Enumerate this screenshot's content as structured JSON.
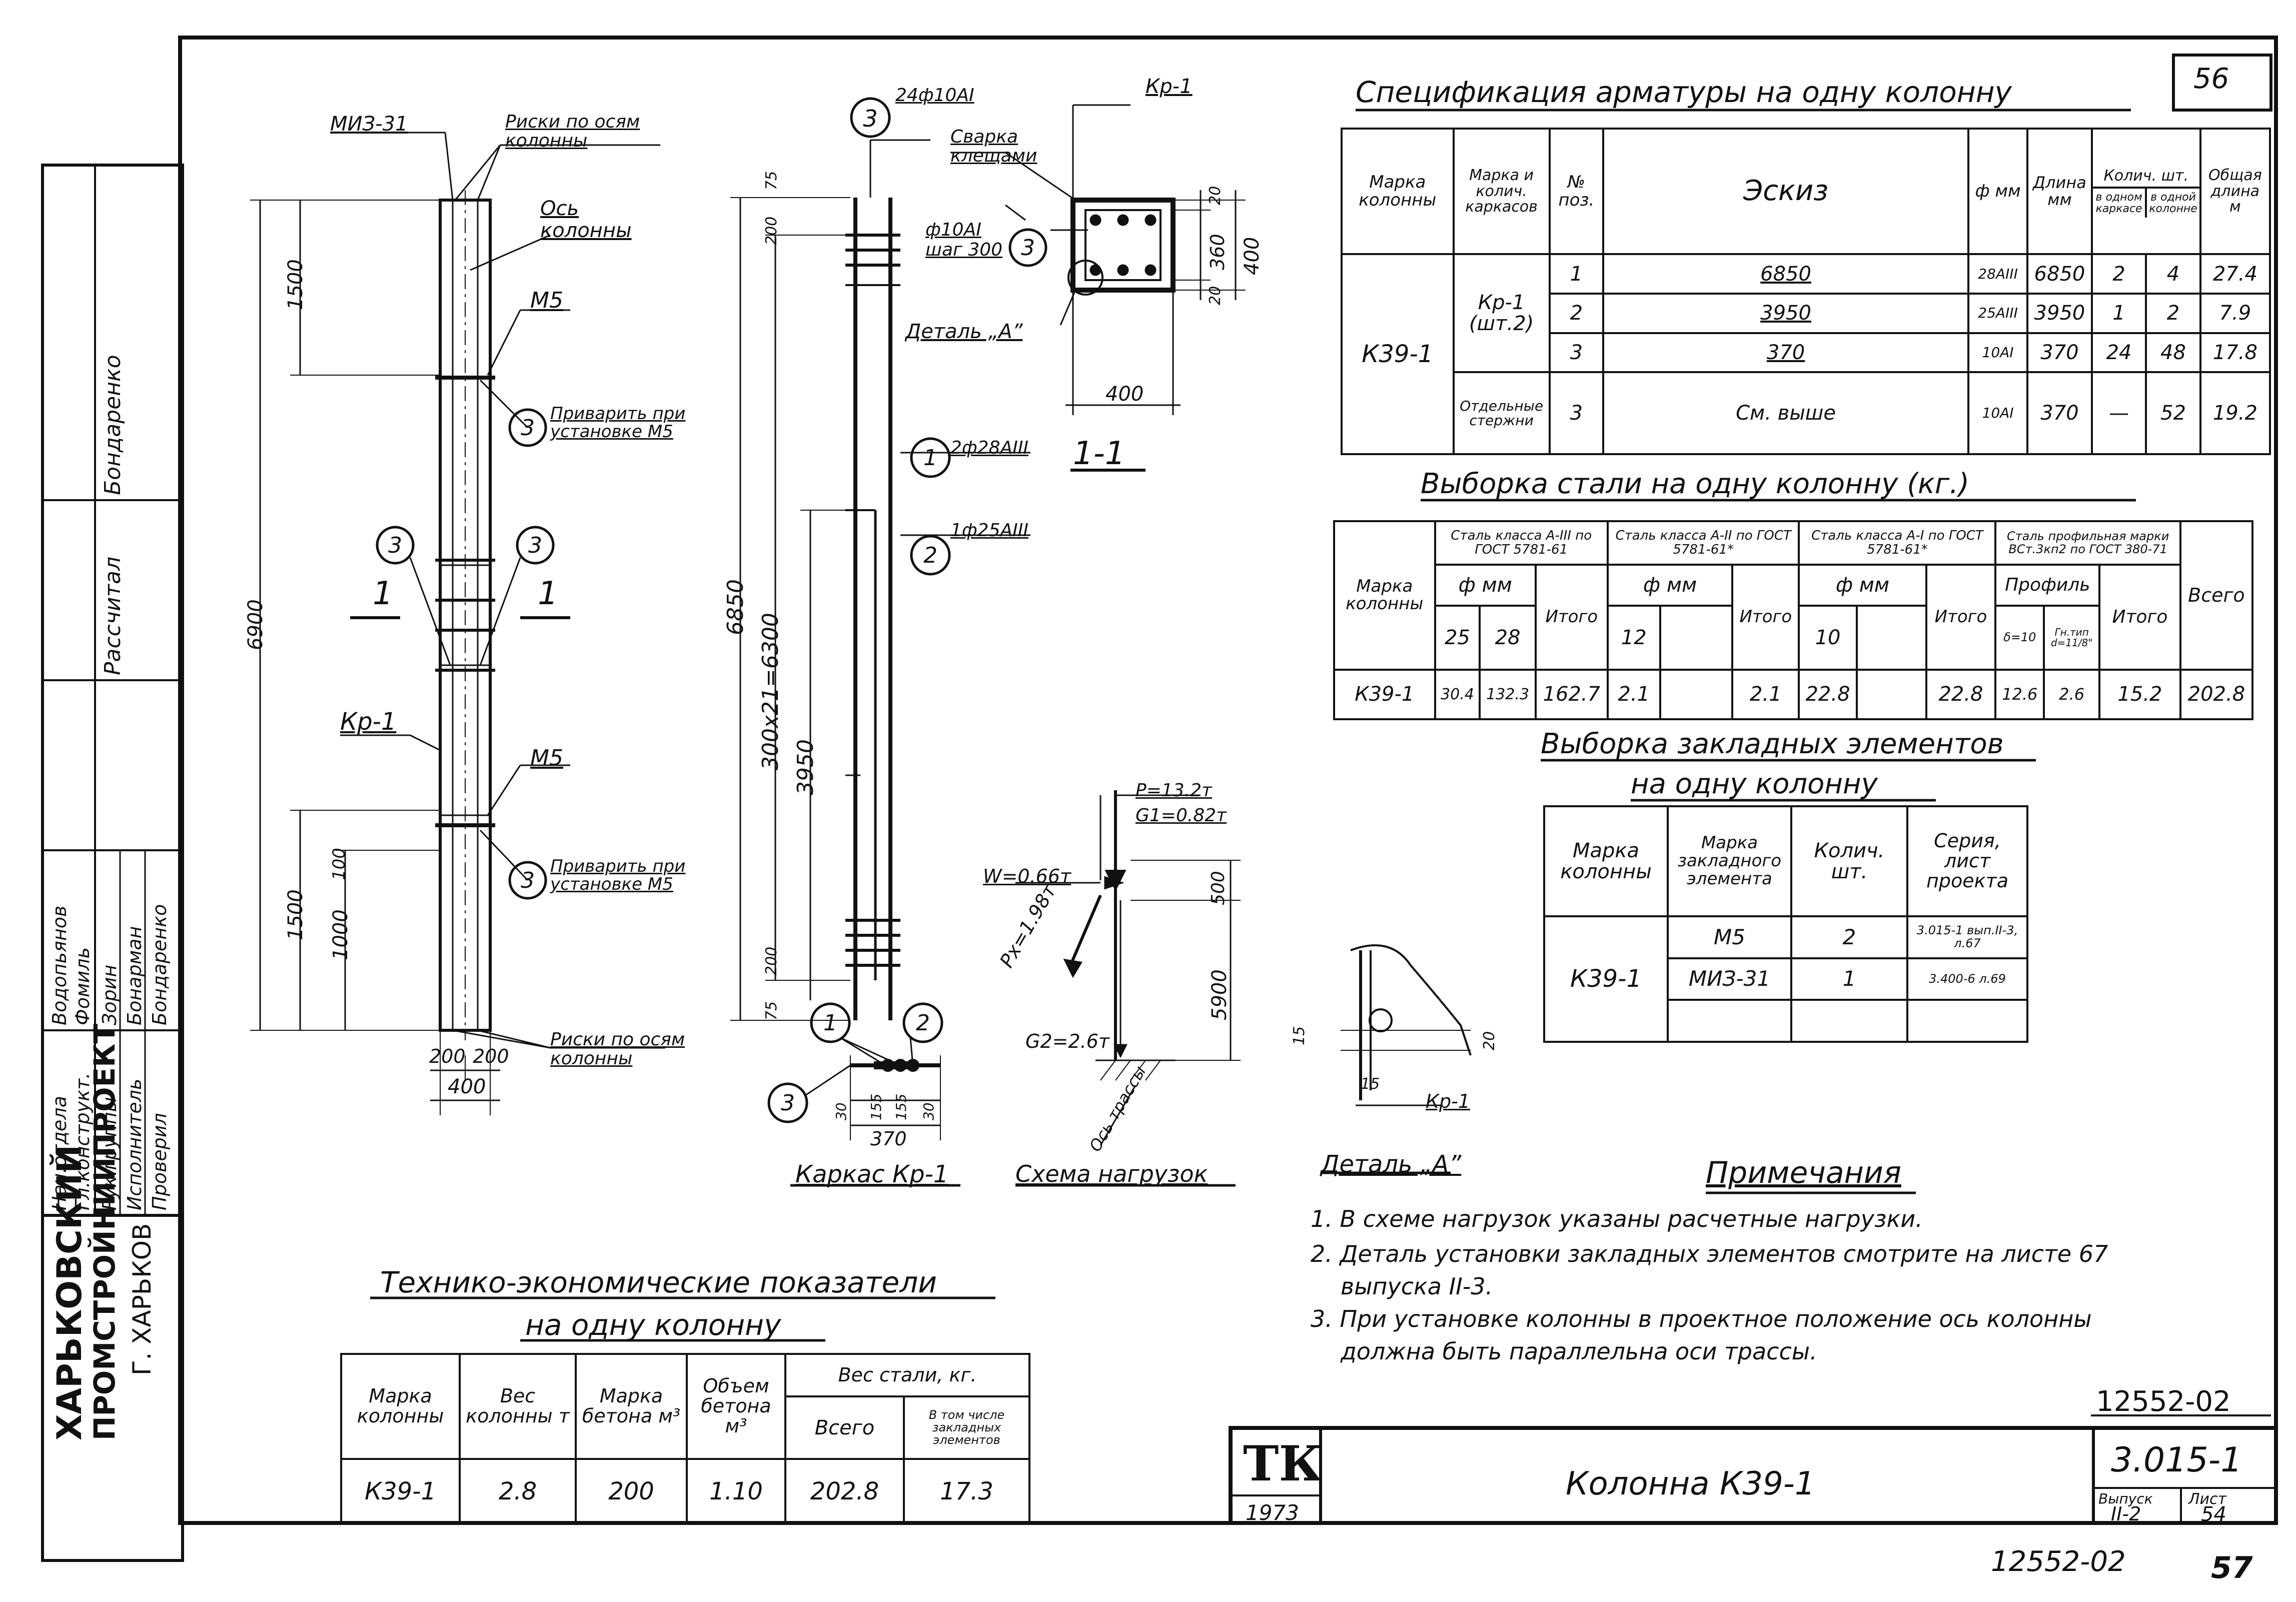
{
  "sheet": {
    "page_corner": "56",
    "footer_number": "12552-02",
    "footer_page": "57",
    "stamp_code": "12552-02"
  },
  "title_block": {
    "tk": "ТК",
    "year": "1973",
    "title": "Колонна К39-1",
    "series": "3.015-1",
    "issue_label": "Выпуск",
    "issue": "II-2",
    "sheet_label": "Лист",
    "sheet_number": "54"
  },
  "org": {
    "line1": "ХАРЬКОВСКИЙ",
    "line2": "ПРОМСТРОЙНИИПРОЕКТ",
    "line3": "Г. ХАРЬКОВ"
  },
  "signatures": {
    "header_roles": [
      "Бондаренко",
      "Рассчитал"
    ],
    "roles": [
      "Нач.отдела",
      "Гл.конструкт.",
      "Рук.группы",
      "Исполнитель",
      "Проверил"
    ],
    "names": [
      "Водопьянов",
      "Фомиль",
      "Зорин",
      "Бонарман",
      "Бондаренко"
    ]
  },
  "elevation": {
    "labels": {
      "miz": "МИЗ-31",
      "marks_axes": "Риски по осям колонны",
      "axis": "Ось колонны",
      "m5_top": "М5",
      "m5_bottom": "М5",
      "weld_top": "Приварить при установке М5",
      "weld_bottom": "Приварить при установке М5",
      "kr": "Кр-1",
      "section_mark": "1",
      "marks_bottom": "Риски по осям колонны"
    },
    "dims": {
      "top": "1500",
      "total": "6900",
      "bottom": "1500",
      "bottom_inner": "1000",
      "small": "100",
      "w1": "200",
      "w2": "200",
      "width": "400"
    },
    "callouts": [
      "3",
      "3",
      "3",
      "3"
    ]
  },
  "cage": {
    "label": "Каркас Кр-1",
    "top_label": "24ф10AI",
    "call1": "2ф28AIII",
    "call2": "1ф25AIII",
    "dims": {
      "total": "6850",
      "spacing": "300x21=6300",
      "inner": "3950",
      "d75a": "75",
      "d200a": "200",
      "d75b": "75",
      "d200b": "200"
    },
    "section_dims": {
      "a": "30",
      "b": "155",
      "c": "155",
      "d": "30",
      "w": "370"
    },
    "callouts": [
      "3",
      "1",
      "2",
      "1",
      "2",
      "3"
    ]
  },
  "section": {
    "title": "1-1",
    "kr": "Кр-1",
    "weld": "Сварка клещами",
    "stirrup": "ф10AI шаг 300",
    "detail": "Деталь „А”",
    "dims": {
      "w": "400",
      "h": "400",
      "inner": "360",
      "c1": "20",
      "c2": "20"
    },
    "callout": "3"
  },
  "loads": {
    "title": "Схема нагрузок",
    "p": "P=13.2т",
    "g1": "G1=0.82т",
    "w": "W=0.66т",
    "px": "Px=1.98т",
    "g2": "G2=2.6т",
    "axis": "Ось трассы",
    "d500": "500",
    "d5900": "5900"
  },
  "detail_a": {
    "title": "Деталь „А”",
    "kr": "Кр-1",
    "d15a": "15",
    "d15b": "15",
    "d20": "20"
  },
  "spec_table": {
    "title": "Спецификация арматуры на одну колонну",
    "headers": [
      "Марка колонны",
      "Марка и колич. каркасов",
      "№ поз.",
      "Эскиз",
      "ф мм",
      "Длина мм",
      "Колич. шт.",
      "Общая длина м"
    ],
    "sub_headers": [
      "в одном каркасе",
      "в одной колонне"
    ],
    "column_mark": "К39-1",
    "group1": "Кр-1 (шт.2)",
    "group2": "Отдельные стержни",
    "rows": [
      {
        "pos": "1",
        "sketch": "6850",
        "d": "28AIII",
        "len": "6850",
        "n1": "2",
        "n2": "4",
        "total": "27.4"
      },
      {
        "pos": "2",
        "sketch": "3950",
        "d": "25AIII",
        "len": "3950",
        "n1": "1",
        "n2": "2",
        "total": "7.9"
      },
      {
        "pos": "3",
        "sketch": "370",
        "d": "10AI",
        "len": "370",
        "n1": "24",
        "n2": "48",
        "total": "17.8"
      },
      {
        "pos": "3",
        "sketch": "См. выше",
        "d": "10AI",
        "len": "370",
        "n1": "—",
        "n2": "52",
        "total": "19.2"
      }
    ]
  },
  "steel_table": {
    "title": "Выборка стали на одну колонну (кг.)",
    "col_mark": "Марка колонны",
    "classes": [
      "Сталь класса А-III по ГОСТ 5781-61",
      "Сталь класса А-II по ГОСТ 5781-61*",
      "Сталь класса А-I по ГОСТ 5781-61*",
      "Сталь профильная марки ВСт.3кп2 по ГОСТ 380-71"
    ],
    "dia_label": "ф мм",
    "profile_label": "Профиль",
    "itogo": "Итого",
    "vsego": "Всего",
    "sub": [
      "25",
      "28",
      "12",
      "10",
      "δ=10",
      "Гн.тип d=11/8\""
    ],
    "row": {
      "mark": "К39-1",
      "a3_25": "30.4",
      "a3_28": "132.3",
      "a3_itogo": "162.7",
      "a2_12": "2.1",
      "a2_itogo": "2.1",
      "a1_10": "22.8",
      "a1_itogo": "22.8",
      "p1": "12.6",
      "p2": "2.6",
      "p_itogo": "15.2",
      "total": "202.8"
    }
  },
  "embed_table": {
    "title": "Выборка закладных элементов",
    "title2": "на одну колонну",
    "headers": [
      "Марка колонны",
      "Марка закладного элемента",
      "Колич. шт.",
      "Серия, лист проекта"
    ],
    "mark": "К39-1",
    "rows": [
      {
        "el": "М5",
        "n": "2",
        "ref": "3.015-1 вып.II-3, л.67"
      },
      {
        "el": "МИЗ-31",
        "n": "1",
        "ref": "3.400-6 л.69"
      }
    ]
  },
  "tech_table": {
    "title": "Технико-экономические показатели",
    "title2": "на одну колонну",
    "headers": [
      "Марка колонны",
      "Вес колонны т",
      "Марка бетона м³",
      "Объем бетона м³",
      "Вес стали, кг.",
      "Всего",
      "В том числе закладных элементов"
    ],
    "row": {
      "mark": "К39-1",
      "weight": "2.8",
      "grade": "200",
      "volume": "1.10",
      "steel": "202.8",
      "embed": "17.3"
    }
  },
  "notes": {
    "title": "Примечания",
    "items": [
      "1. В схеме нагрузок указаны расчетные нагрузки.",
      "2. Деталь установки закладных элементов смотрите на листе 67",
      "выпуска II-3.",
      "3. При установке колонны в проектное положение ось колонны",
      "должна быть параллельна оси трассы."
    ]
  }
}
